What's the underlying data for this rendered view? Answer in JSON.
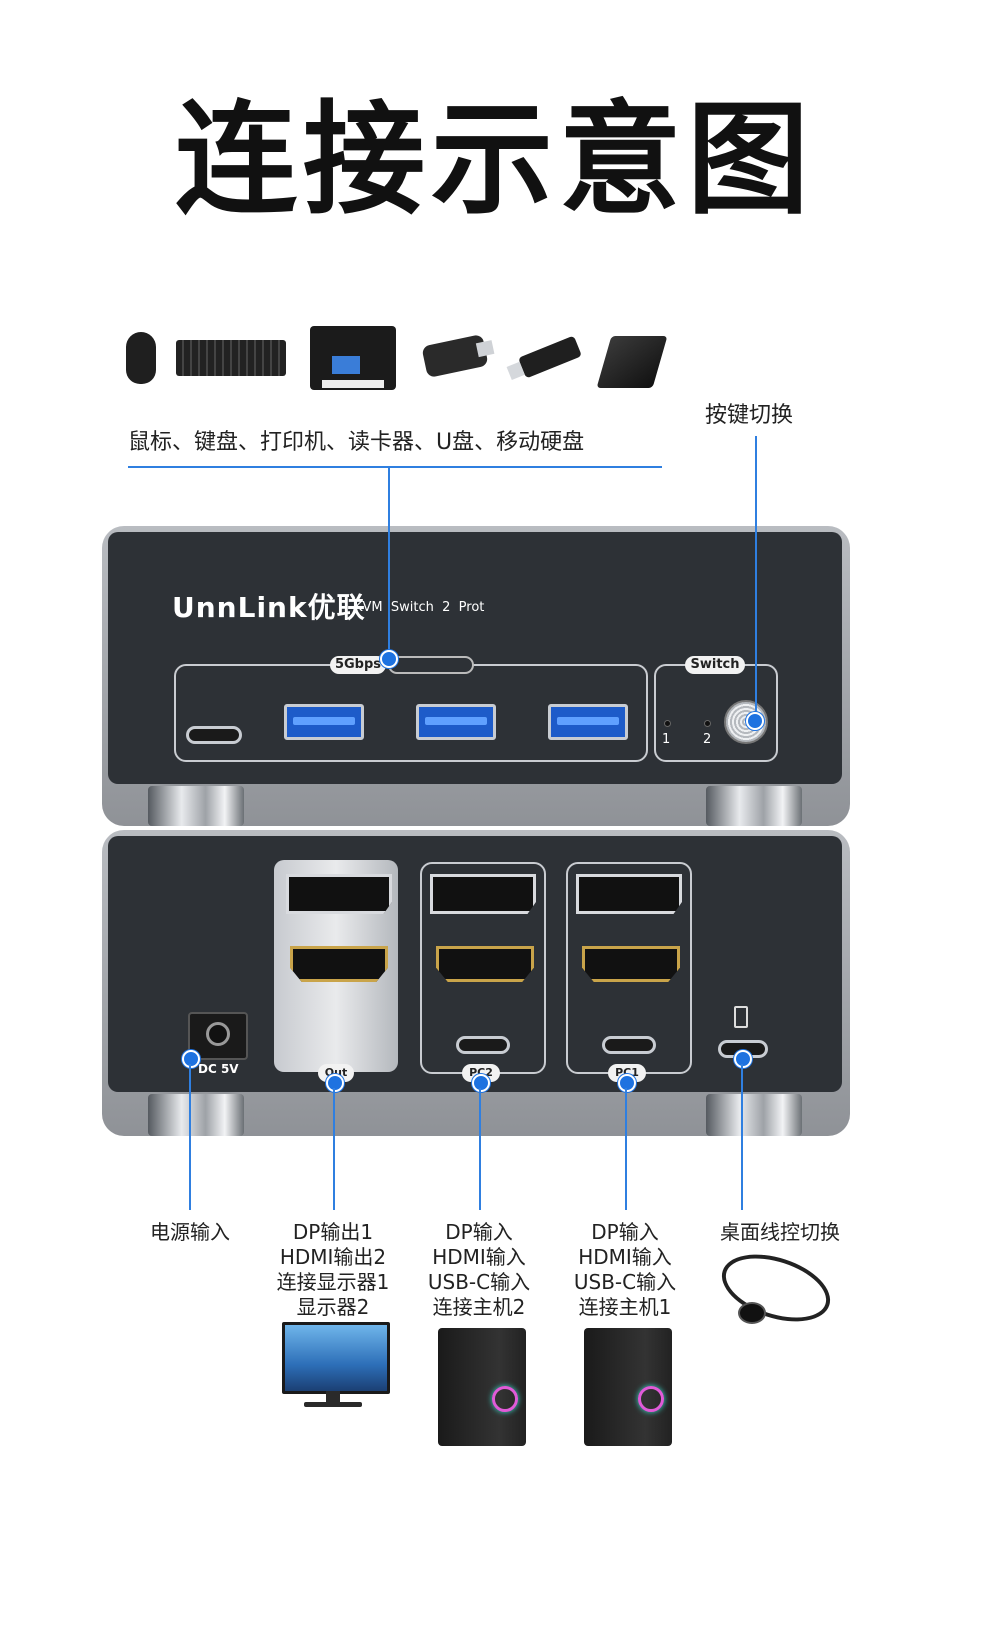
{
  "title": "连接示意图",
  "peripherals_caption": "鼠标、键盘、打印机、读卡器、U盘、移动硬盘",
  "switch_caption": "按键切换",
  "device": {
    "brand": "UnnLink优联",
    "model": "KVM  Switch  2  Prot",
    "speed_badge": "5Gbps",
    "switch_badge": "Switch",
    "led_1": "1",
    "led_2": "2",
    "dc_label": "DC 5V",
    "out_badge": "Out",
    "pc2_badge": "PC2",
    "pc1_badge": "PC1"
  },
  "labels": {
    "power": "电源输入",
    "out": "DP输出1\nHDMI输出2\n连接显示器1\n显示器2",
    "pc2": "DP输入\nHDMI输入\nUSB-C输入\n连接主机2",
    "pc1": "DP输入\nHDMI输入\nUSB-C输入\n连接主机1",
    "wired": "桌面线控切换"
  },
  "colors": {
    "accent": "#1e72e0",
    "chassis": "#2d3136"
  }
}
